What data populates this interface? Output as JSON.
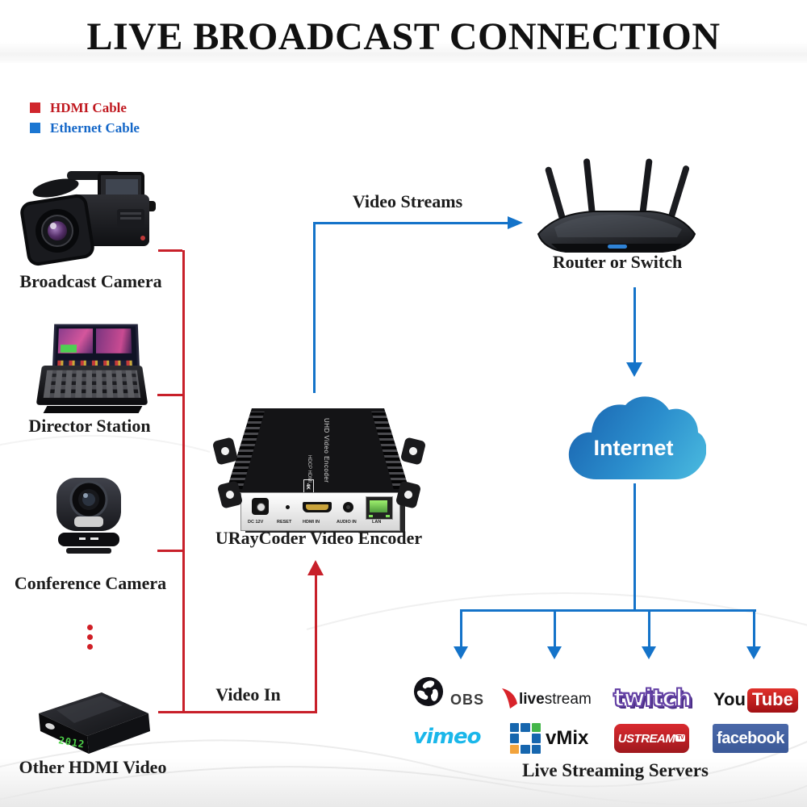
{
  "title": "LIVE BROADCAST CONNECTION",
  "legend": {
    "hdmi": {
      "label": "HDMI Cable",
      "color": "#c8202a"
    },
    "ethernet": {
      "label": "Ethernet Cable",
      "color": "#1473c9"
    }
  },
  "devices": {
    "broadcast_camera": {
      "label": "Broadcast Camera"
    },
    "director_station": {
      "label": "Director Station"
    },
    "conference_camera": {
      "label": "Conference Camera"
    },
    "other_hdmi_video": {
      "label": "Other HDMI Video",
      "display": "2012"
    },
    "encoder": {
      "label": "URayCoder Video Encoder",
      "top_text": "UHD Video Encoder",
      "top_badge": "HDCP HDMI",
      "top_badge2": "4K",
      "ports": {
        "power": "DC 12V",
        "reset": "RESET",
        "hdmi": "HDMI IN",
        "audio": "AUDIO IN",
        "lan": "LAN"
      }
    },
    "router": {
      "label": "Router or Switch"
    },
    "internet": {
      "label": "Internet"
    }
  },
  "connections": {
    "video_streams": "Video Streams",
    "video_in": "Video In"
  },
  "servers": {
    "label": "Live Streaming Servers",
    "obs": "OBS",
    "livestream_bold": "live",
    "livestream_light": "stream",
    "twitch": "twitch",
    "youtube_you": "You",
    "youtube_tube": "Tube",
    "vimeo": "vimeo",
    "vmix": "vMix",
    "ustream": "USTREAM",
    "ustream_tv": "TV",
    "facebook": "facebook"
  }
}
